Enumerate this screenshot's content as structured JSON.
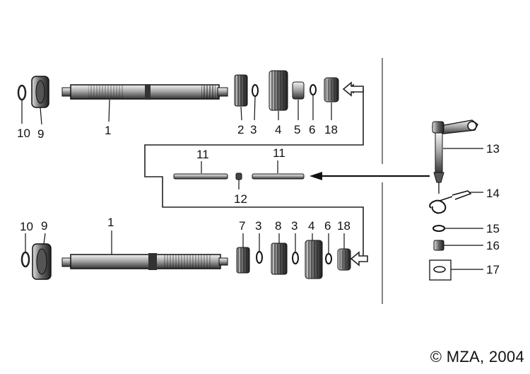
{
  "copyright": "© MZA, 2004",
  "labels": {
    "top_10": "10",
    "top_9": "9",
    "top_1": "1",
    "top_2": "2",
    "top_3": "3",
    "top_4": "4",
    "top_5": "5",
    "top_6": "6",
    "top_18": "18",
    "mid_11a": "11",
    "mid_11b": "11",
    "mid_12": "12",
    "bot_10": "10",
    "bot_9": "9",
    "bot_1": "1",
    "bot_7": "7",
    "bot_3a": "3",
    "bot_8": "8",
    "bot_3b": "3",
    "bot_4": "4",
    "bot_6": "6",
    "bot_18": "18",
    "side_13": "13",
    "side_14": "14",
    "side_15": "15",
    "side_16": "16",
    "side_17": "17"
  }
}
